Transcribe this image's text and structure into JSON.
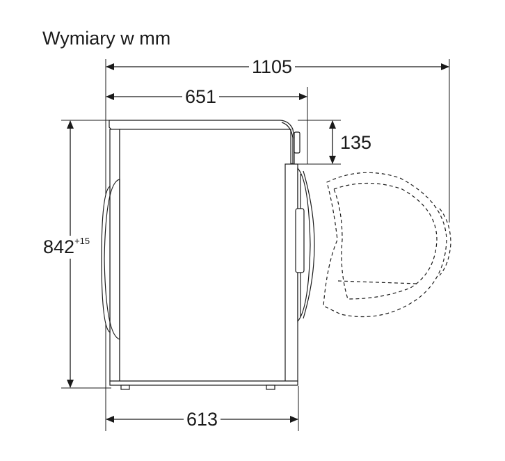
{
  "title": "Wymiary w mm",
  "dimensions": {
    "total_depth_door_open": "1105",
    "depth_with_door": "651",
    "top_control_height": "135",
    "height": "842",
    "height_tolerance": "+15",
    "body_depth": "613"
  },
  "colors": {
    "line": "#1a1a1a",
    "background": "#ffffff"
  }
}
